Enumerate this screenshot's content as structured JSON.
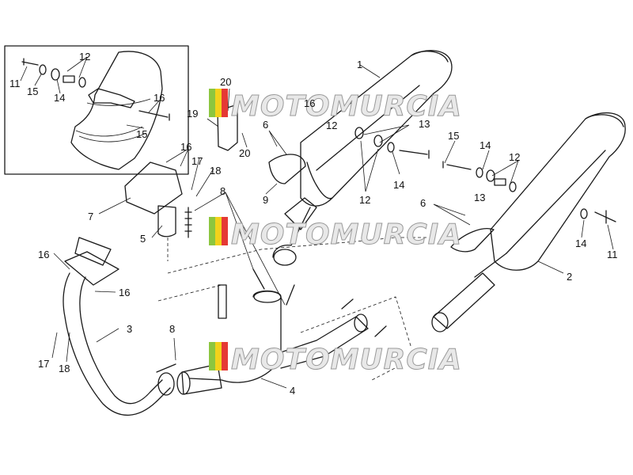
{
  "diagram": {
    "watermark_text": "MOTOMURCIA",
    "colors": {
      "line": "#1a1a1a",
      "watermark_fill": "#e8e8e8",
      "watermark_stroke": "#9a9a9a",
      "flag_green": "#8cc63f",
      "flag_yellow": "#f2d21b",
      "flag_red": "#e53935"
    },
    "part_labels": [
      "1",
      "2",
      "3",
      "4",
      "5",
      "6",
      "6",
      "7",
      "8",
      "8",
      "9",
      "11",
      "11",
      "12",
      "12",
      "12",
      "12",
      "13",
      "13",
      "14",
      "14",
      "14",
      "14",
      "15",
      "15",
      "15",
      "16",
      "16",
      "16",
      "16",
      "16",
      "17",
      "17",
      "18",
      "18",
      "19",
      "20",
      "20"
    ]
  }
}
